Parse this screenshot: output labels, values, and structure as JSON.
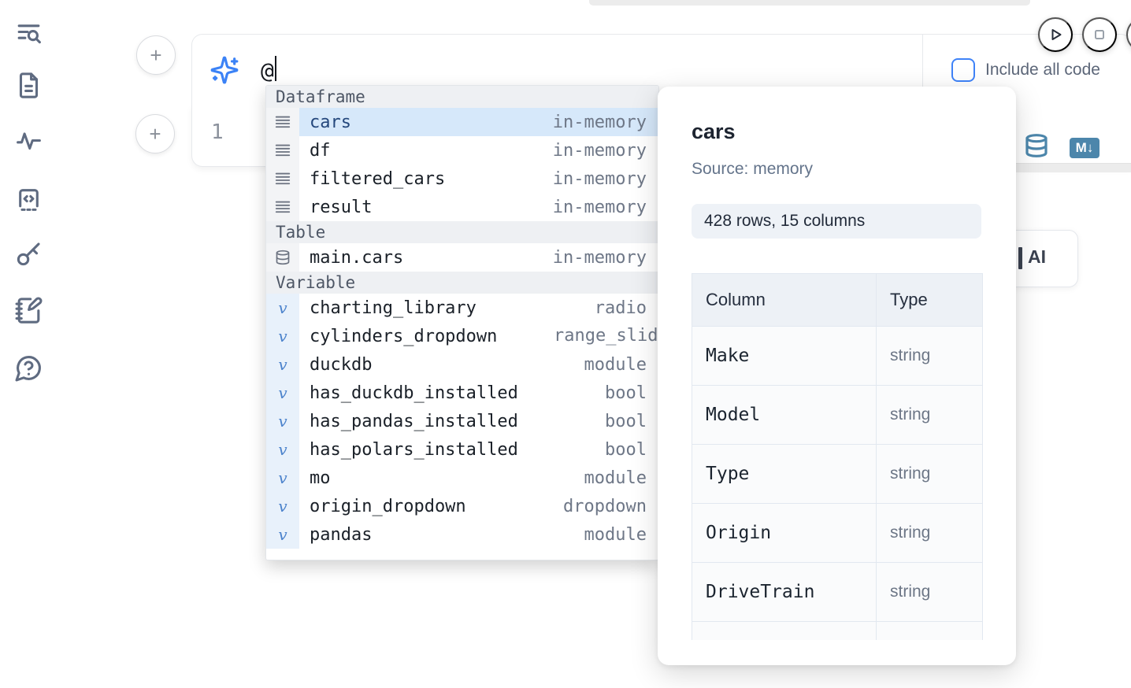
{
  "colors": {
    "accent_blue": "#3b82f6",
    "steel_blue_icon": "#4c86ab",
    "selection_bg": "#d6e8fa",
    "sidebar_icon": "#5f6b81"
  },
  "sidebar": {
    "icons": [
      "list-search-icon",
      "file-text-icon",
      "activity-icon",
      "code-square-icon",
      "key-icon",
      "notebook-pen-icon",
      "help-chat-icon"
    ]
  },
  "prompt": {
    "value": "@",
    "icon": "sparkles-icon"
  },
  "controls": {
    "include_all_code_label": "Include all code",
    "run_icon": "play-icon",
    "stop_icon": "stop-icon"
  },
  "editor": {
    "line_number": "1",
    "icons": [
      "database-icon",
      "markdown-icon"
    ],
    "markdown_badge": "M↓"
  },
  "autocomplete": {
    "sections": [
      {
        "label": "Dataframe",
        "items": [
          {
            "icon": "rows-icon",
            "name": "cars",
            "type": "in-memory",
            "selected": true
          },
          {
            "icon": "rows-icon",
            "name": "df",
            "type": "in-memory"
          },
          {
            "icon": "rows-icon",
            "name": "filtered_cars",
            "type": "in-memory"
          },
          {
            "icon": "rows-icon",
            "name": "result",
            "type": "in-memory"
          }
        ]
      },
      {
        "label": "Table",
        "items": [
          {
            "icon": "database-icon",
            "name": "main.cars",
            "type": "in-memory"
          }
        ]
      },
      {
        "label": "Variable",
        "items": [
          {
            "icon": "variable-icon",
            "name": "charting_library",
            "type": "radio"
          },
          {
            "icon": "variable-icon",
            "name": "cylinders_dropdown",
            "type": "range_slider",
            "overflow": true
          },
          {
            "icon": "variable-icon",
            "name": "duckdb",
            "type": "module"
          },
          {
            "icon": "variable-icon",
            "name": "has_duckdb_installed",
            "type": "bool"
          },
          {
            "icon": "variable-icon",
            "name": "has_pandas_installed",
            "type": "bool"
          },
          {
            "icon": "variable-icon",
            "name": "has_polars_installed",
            "type": "bool"
          },
          {
            "icon": "variable-icon",
            "name": "mo",
            "type": "module"
          },
          {
            "icon": "variable-icon",
            "name": "origin_dropdown",
            "type": "dropdown"
          },
          {
            "icon": "variable-icon",
            "name": "pandas",
            "type": "module",
            "clipped": true
          }
        ]
      }
    ]
  },
  "preview": {
    "title": "cars",
    "source": "Source: memory",
    "shape": "428 rows, 15 columns",
    "table": {
      "headers": [
        "Column",
        "Type"
      ],
      "rows": [
        {
          "column": "Make",
          "type": "string"
        },
        {
          "column": "Model",
          "type": "string"
        },
        {
          "column": "Type",
          "type": "string"
        },
        {
          "column": "Origin",
          "type": "string"
        },
        {
          "column": "DriveTrain",
          "type": "string"
        }
      ],
      "has_partial_row": true
    }
  },
  "ai_button": {
    "visible_label": "AI"
  }
}
